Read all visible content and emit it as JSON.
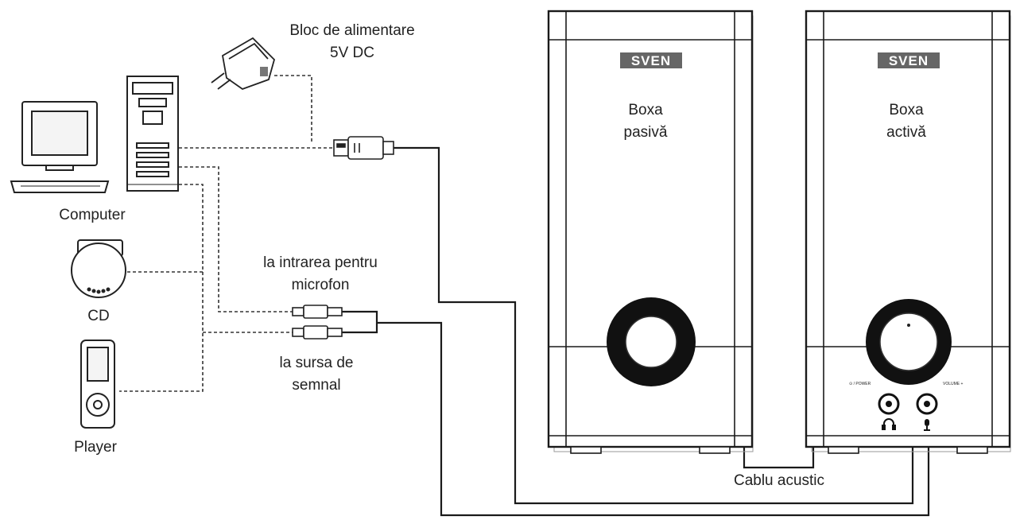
{
  "labels": {
    "power_supply_line1": "Bloc de alimentare",
    "power_supply_line2": "5V DC",
    "computer": "Computer",
    "cd": "CD",
    "player": "Player",
    "mic_input_line1": "la intrarea pentru",
    "mic_input_line2": "microfon",
    "signal_source_line1": "la sursa de",
    "signal_source_line2": "semnal",
    "passive_speaker_line1": "Boxa",
    "passive_speaker_line2": "pasivă",
    "active_speaker_line1": "Boxa",
    "active_speaker_line2": "activă",
    "acoustic_cable": "Cablu acustic"
  },
  "speakers": {
    "brand": "SVEN",
    "control_left_label": "⊙ / POWER",
    "control_right_label": "VOLUME +"
  },
  "icons": {
    "headphone_jack": "headphones-icon",
    "mic_jack": "microphone-icon"
  },
  "colors": {
    "line": "#1a1a1a",
    "speaker_fill": "#ffffff",
    "knob": "#111111"
  }
}
